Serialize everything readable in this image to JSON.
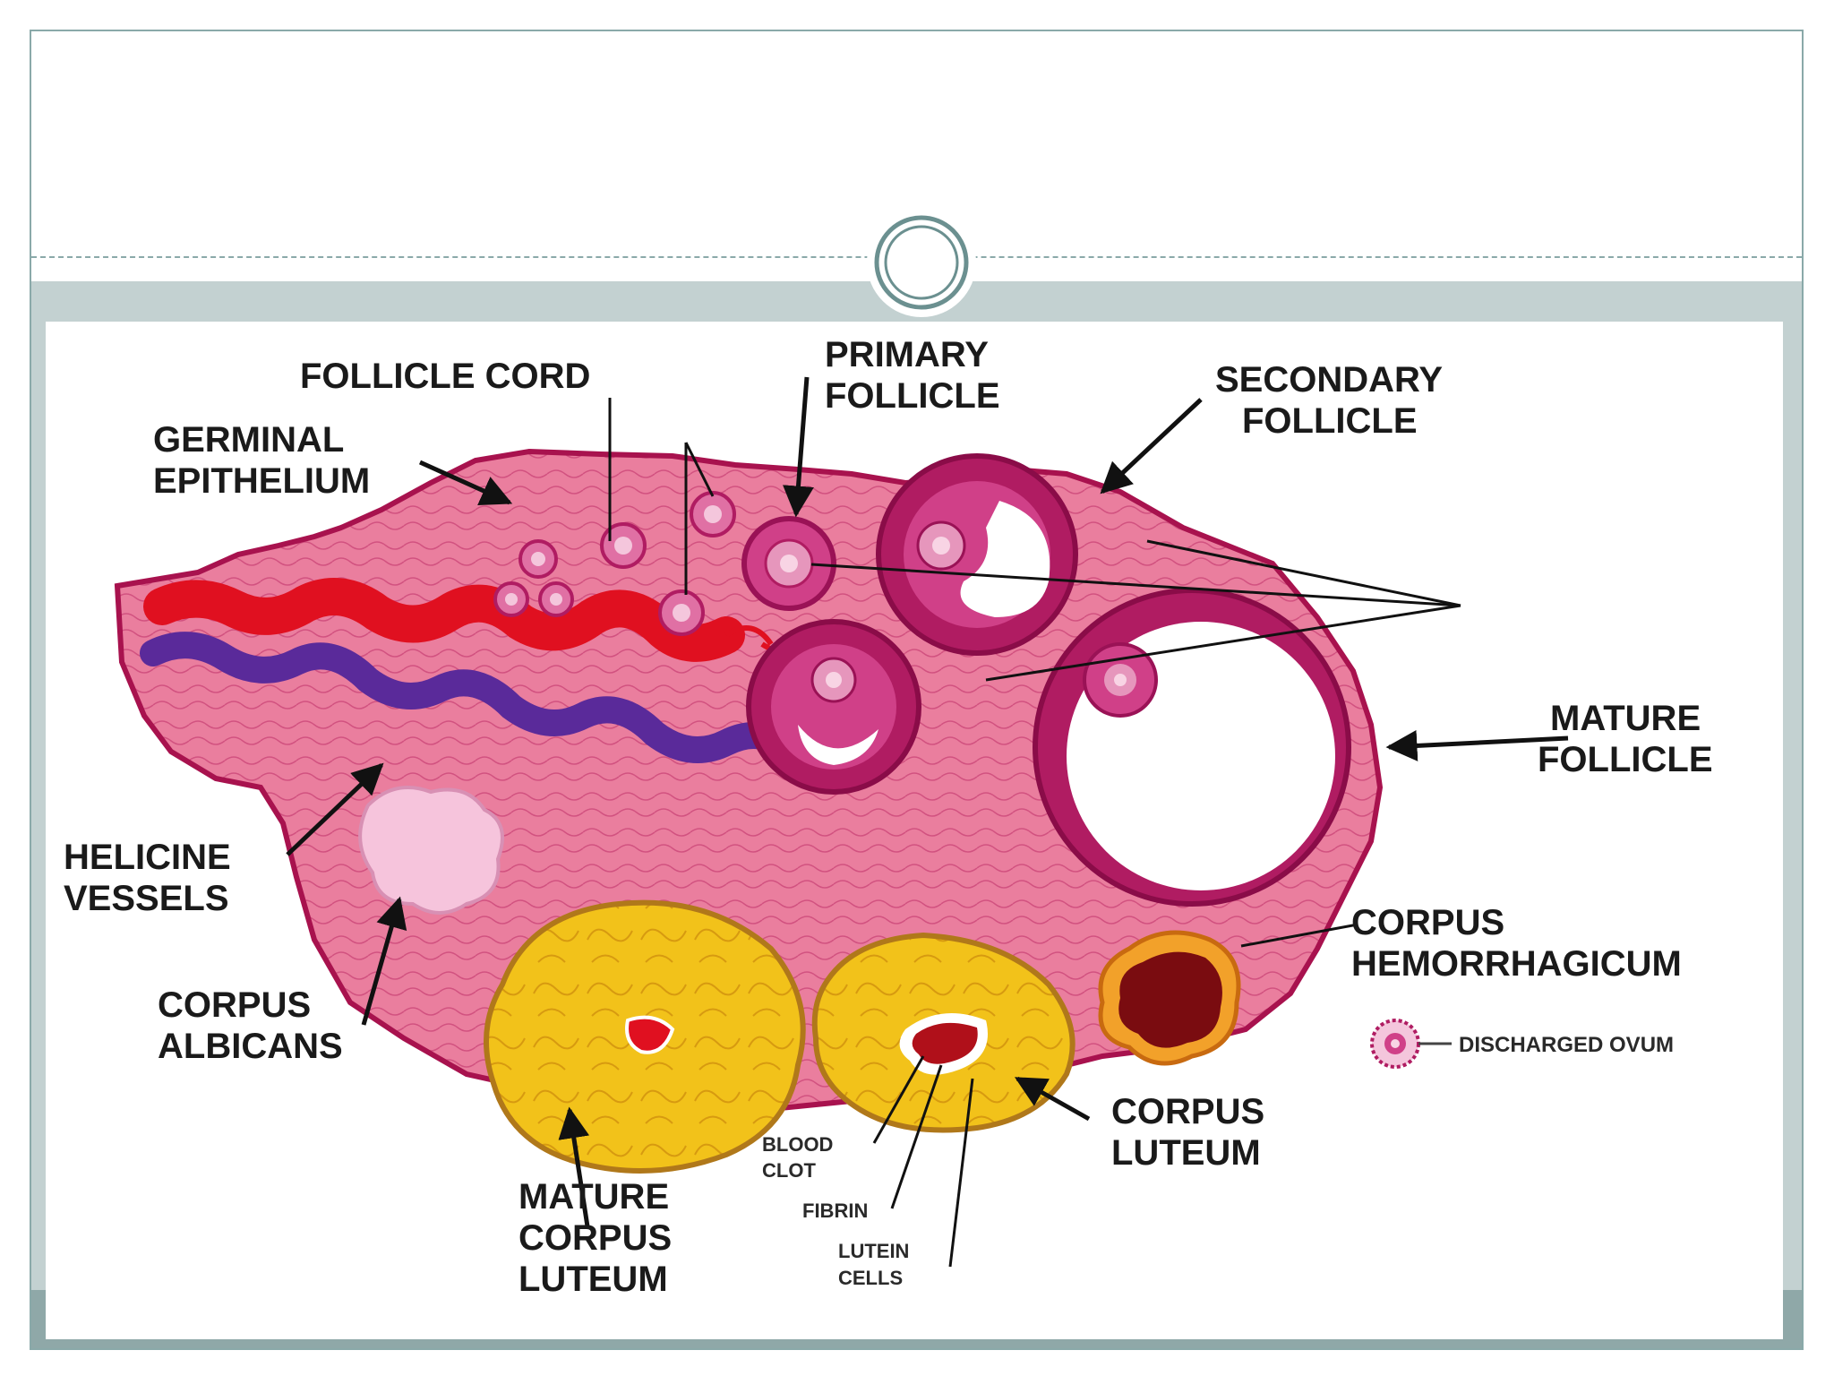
{
  "labels": {
    "follicle_cord": "FOLLICLE CORD",
    "primary_follicle": [
      "PRIMARY",
      "FOLLICLE"
    ],
    "secondary_follicle": [
      "SECONDARY",
      "FOLLICLE"
    ],
    "germinal_epithelium": [
      "GERMINAL",
      "EPITHELIUM"
    ],
    "mature_follicle": [
      "MATURE",
      "FOLLICLE"
    ],
    "helicine_vessels": [
      "HELICINE",
      "VESSELS"
    ],
    "corpus_albicans": [
      "CORPUS",
      "ALBICANS"
    ],
    "corpus_hemorrhagicum": [
      "CORPUS",
      "HEMORRHAGICUM"
    ],
    "discharged_ovum": "DISCHARGED OVUM",
    "corpus_luteum": [
      "CORPUS",
      "LUTEUM"
    ],
    "mature_corpus_luteum": [
      "MATURE",
      "CORPUS",
      "LUTEUM"
    ],
    "blood_clot": [
      "BLOOD",
      "CLOT"
    ],
    "fibrin": "FIBRIN",
    "lutein_cells": [
      "LUTEIN",
      "CELLS"
    ]
  },
  "colors": {
    "stroma": "#e8789a",
    "stroma_dark": "#c8306a",
    "follicle_wall": "#b01c62",
    "artery": "#e01020",
    "vein": "#5a2a9a",
    "luteum": "#f2c21a",
    "hemorrhagic": "#7a0c10",
    "frame": "#8aa9a9",
    "band": "#c3d1d1"
  }
}
